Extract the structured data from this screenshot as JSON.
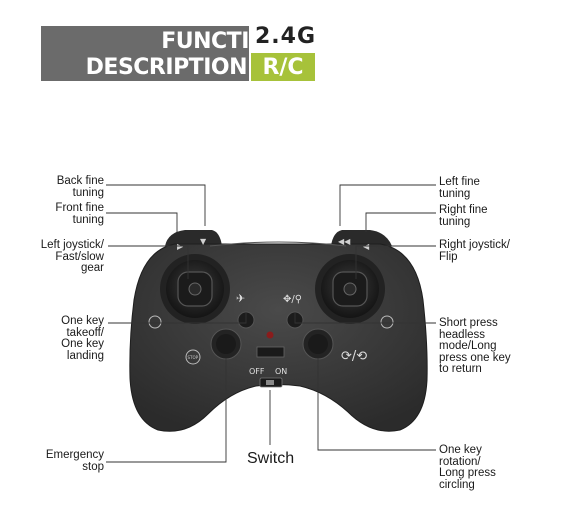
{
  "header": {
    "line1": "FUNCTION",
    "line2": "DESCRIPTION",
    "freq": "2.4G",
    "rc": "R/C"
  },
  "labels": {
    "back_fine_tuning": [
      "Back fine",
      "tuning"
    ],
    "front_fine_tuning": [
      "Front fine",
      "tuning"
    ],
    "left_joystick": [
      "Left joystick/",
      "Fast/slow",
      "gear"
    ],
    "one_key_takeoff": [
      "One key",
      "takeoff/",
      "One key",
      "landing"
    ],
    "emergency_stop": [
      "Emergency",
      "stop"
    ],
    "left_fine_tuning": [
      "Left fine",
      "tuning"
    ],
    "right_fine_tuning": [
      "Right fine",
      "tuning"
    ],
    "right_joystick": [
      "Right joystick/",
      "Flip"
    ],
    "headless_mode": [
      "Short press",
      "headless",
      "mode/Long",
      "press one key",
      "to return"
    ],
    "one_key_rotation": [
      "One key",
      "rotation/",
      "Long press",
      "circling"
    ],
    "switch": "Switch"
  },
  "controller": {
    "switch_off": "OFF",
    "switch_on": "ON",
    "stop_button": "STOP",
    "body_color": "#3a3a3a"
  },
  "colors": {
    "header_gray": "#6b6b6b",
    "header_green": "#a7c23a",
    "leader": "#333333"
  }
}
